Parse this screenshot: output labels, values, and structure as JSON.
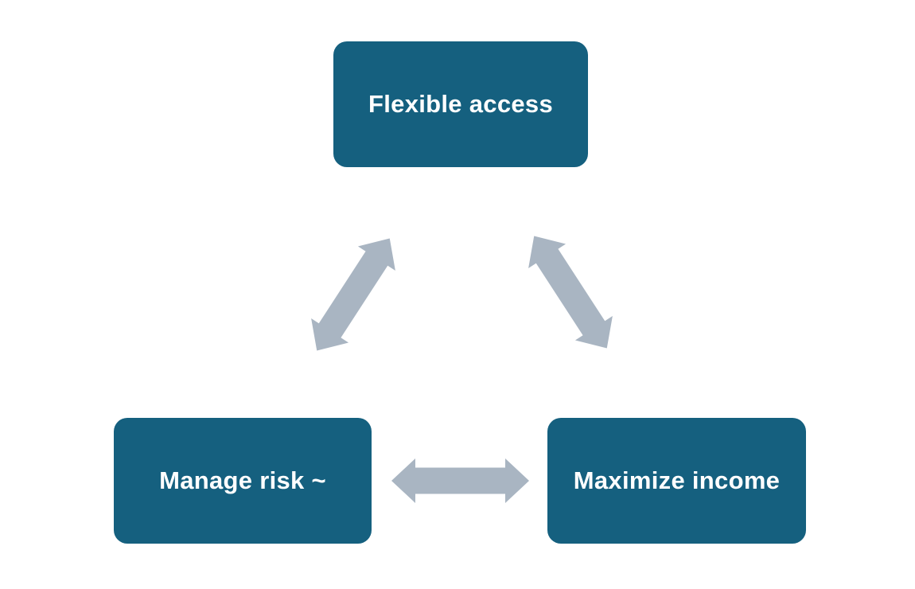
{
  "diagram": {
    "type": "cycle-relationship",
    "nodes": [
      {
        "id": "flexible-access",
        "label": "Flexible access",
        "position": "top-center"
      },
      {
        "id": "manage-risk",
        "label": "Manage risk ~",
        "position": "bottom-left"
      },
      {
        "id": "maximize-income",
        "label": "Maximize income",
        "position": "bottom-right"
      }
    ],
    "connections": [
      {
        "from": "flexible-access",
        "to": "manage-risk",
        "bidirectional": true,
        "style": "double-headed-arrow"
      },
      {
        "from": "flexible-access",
        "to": "maximize-income",
        "bidirectional": true,
        "style": "double-headed-arrow"
      },
      {
        "from": "manage-risk",
        "to": "maximize-income",
        "bidirectional": true,
        "style": "double-headed-arrow"
      }
    ],
    "colors": {
      "node_fill": "#15607F",
      "node_text": "#FFFFFF",
      "arrow_fill": "#A9B5C2",
      "background": "#FFFFFF"
    }
  }
}
